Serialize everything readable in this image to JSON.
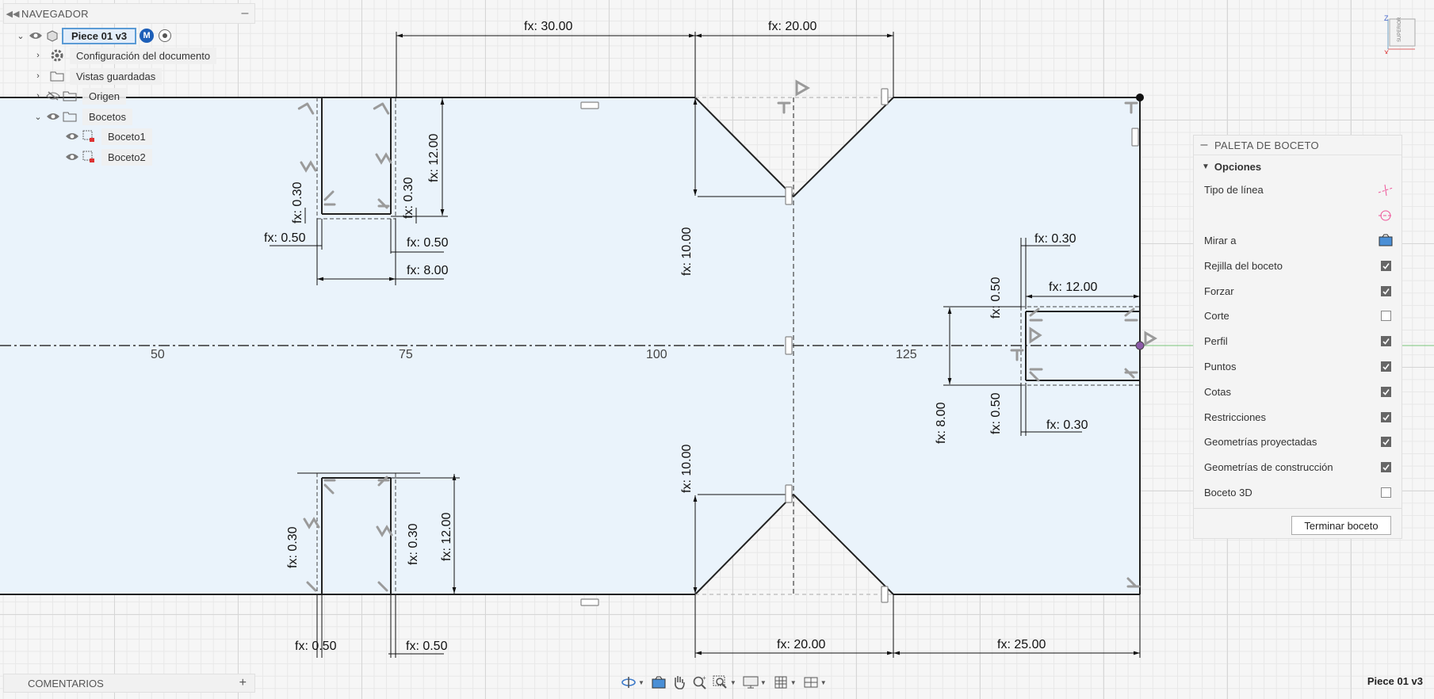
{
  "navigator": {
    "title": "NAVEGADOR",
    "document": "Piece 01 v3",
    "badge": "M",
    "items": [
      {
        "label": "Configuración del documento"
      },
      {
        "label": "Vistas guardadas"
      },
      {
        "label": "Origen"
      },
      {
        "label": "Bocetos"
      },
      {
        "label": "Boceto1"
      },
      {
        "label": "Boceto2"
      }
    ]
  },
  "comments": {
    "label": "COMENTARIOS"
  },
  "palette": {
    "title": "PALETA DE BOCETO",
    "section": "Opciones",
    "rows": [
      {
        "label": "Tipo de línea"
      },
      {
        "label": "Mirar a"
      },
      {
        "label": "Rejilla del boceto",
        "checked": true
      },
      {
        "label": "Forzar",
        "checked": true
      },
      {
        "label": "Corte",
        "checked": false
      },
      {
        "label": "Perfil",
        "checked": true
      },
      {
        "label": "Puntos",
        "checked": true
      },
      {
        "label": "Cotas",
        "checked": true
      },
      {
        "label": "Restricciones",
        "checked": true
      },
      {
        "label": "Geometrías proyectadas",
        "checked": true
      },
      {
        "label": "Geometrías de construcción",
        "checked": true
      },
      {
        "label": "Boceto 3D",
        "checked": false
      }
    ],
    "finish_button": "Terminar boceto"
  },
  "document_name": "Piece 01 v3",
  "viewcube": {
    "label": "SUPERIOR",
    "x": "X",
    "z": "Z"
  },
  "axis_ticks": [
    "50",
    "75",
    "100",
    "125"
  ],
  "dimensions": {
    "top_30": "fx: 30.00",
    "top_20": "fx: 20.00",
    "v_12_top": "fx: 12.00",
    "v_030_a": "fx: 0.30",
    "v_030_b": "fx: 0.30",
    "h_050_a": "fx: 0.50",
    "h_050_b": "fx: 0.50",
    "h_800": "fx: 8.00",
    "v_10_top": "fx: 10.00",
    "v_10_bot": "fx: 10.00",
    "r_030_top": "fx: 0.30",
    "r_12": "fx: 12.00",
    "r_050_top": "fx: 0.50",
    "r_800": "fx: 8.00",
    "r_050_bot": "fx: 0.50",
    "r_030_bot": "fx: 0.30",
    "b_v_030_a": "fx: 0.30",
    "b_v_030_b": "fx: 0.30",
    "b_v_12": "fx: 12.00",
    "b_050_a": "fx: 0.50",
    "b_050_b": "fx: 0.50",
    "bot_20": "fx: 20.00",
    "bot_25": "fx: 25.00"
  },
  "colors": {
    "sketch_fill": "#eaf3fb",
    "accent": "#1d5fb8",
    "green_axis": "#7ac47a"
  }
}
